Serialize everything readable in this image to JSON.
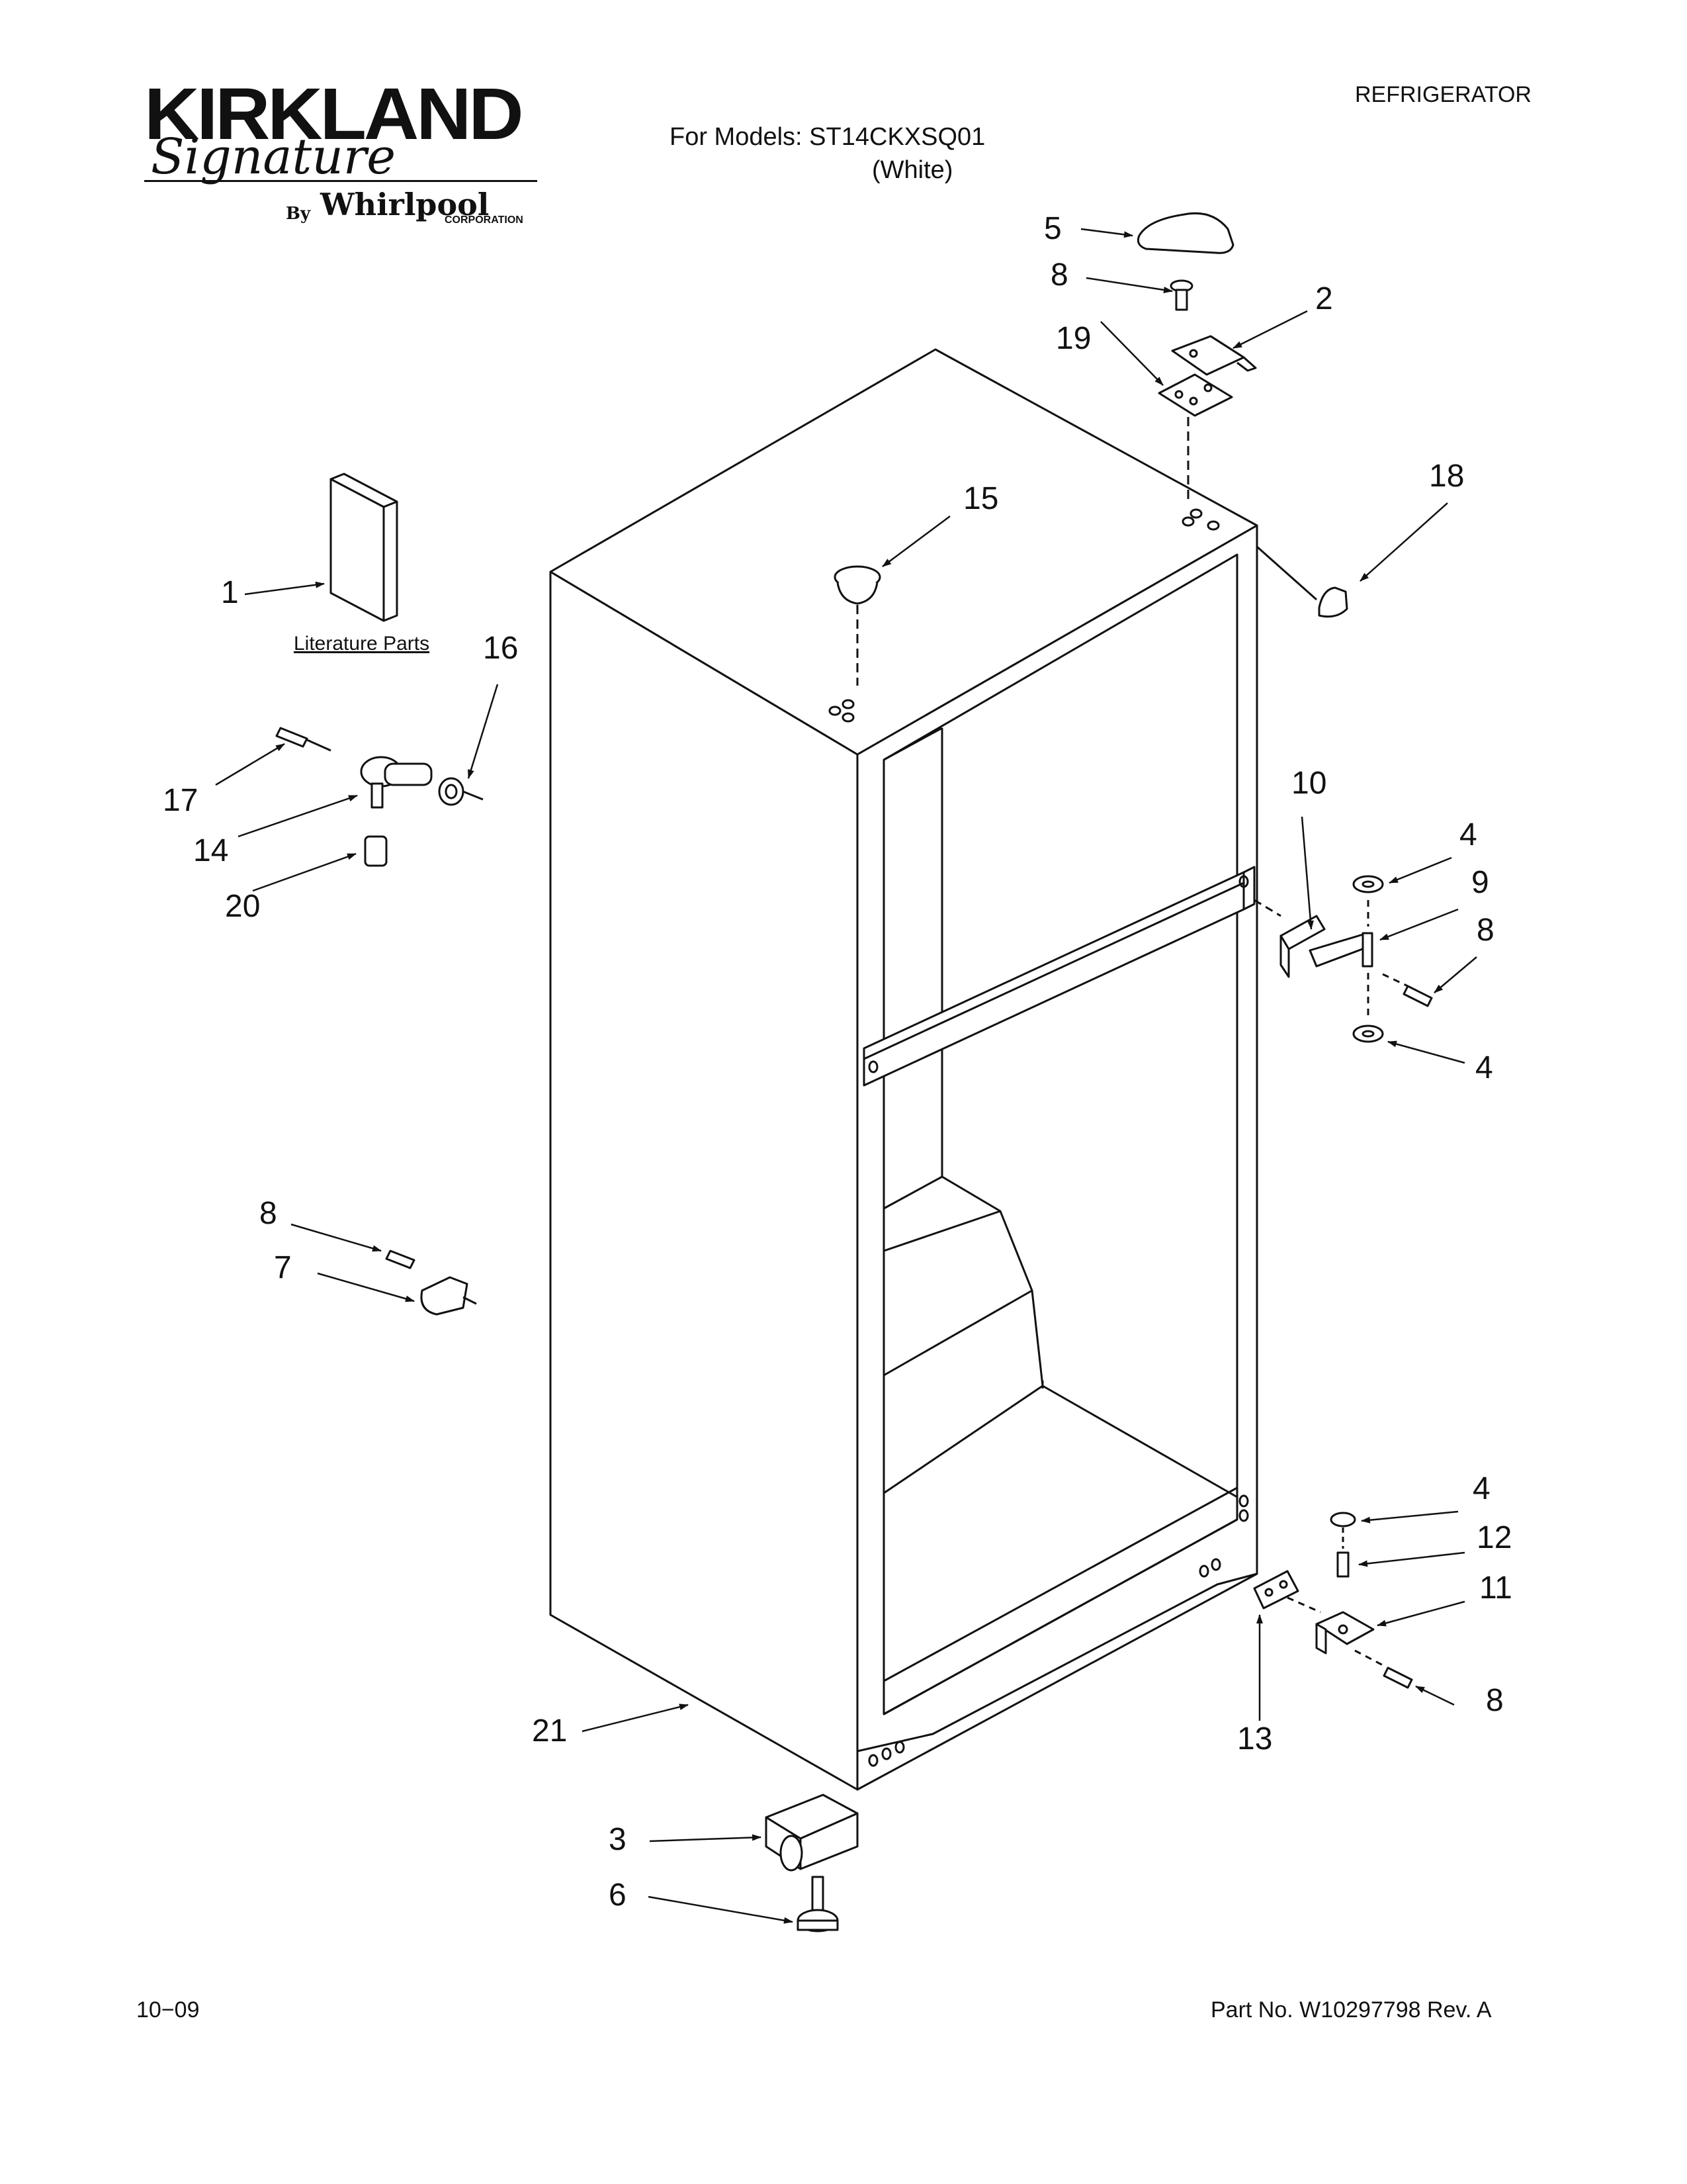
{
  "header": {
    "brand": "KIRKLAND",
    "brand_script": "Signature",
    "by_label": "By",
    "maker": "Whirlpool",
    "maker_sub": "CORPORATION",
    "category": "REFRIGERATOR",
    "models_line": "For Models: ST14CKXSQ01",
    "color_line": "(White)"
  },
  "literature_label": "Literature Parts",
  "footer": {
    "date": "10−09",
    "part_number": "Part No. W10297798 Rev. A"
  },
  "callouts": {
    "c1": "1",
    "c2": "2",
    "c3": "3",
    "c4a": "4",
    "c4b": "4",
    "c4c": "4",
    "c5": "5",
    "c6": "6",
    "c7": "7",
    "c8a": "8",
    "c8b": "8",
    "c8c": "8",
    "c8d": "8",
    "c9": "9",
    "c10": "10",
    "c11": "11",
    "c12": "12",
    "c13": "13",
    "c14": "14",
    "c15": "15",
    "c16": "16",
    "c17": "17",
    "c18": "18",
    "c19": "19",
    "c20": "20",
    "c21": "21"
  }
}
